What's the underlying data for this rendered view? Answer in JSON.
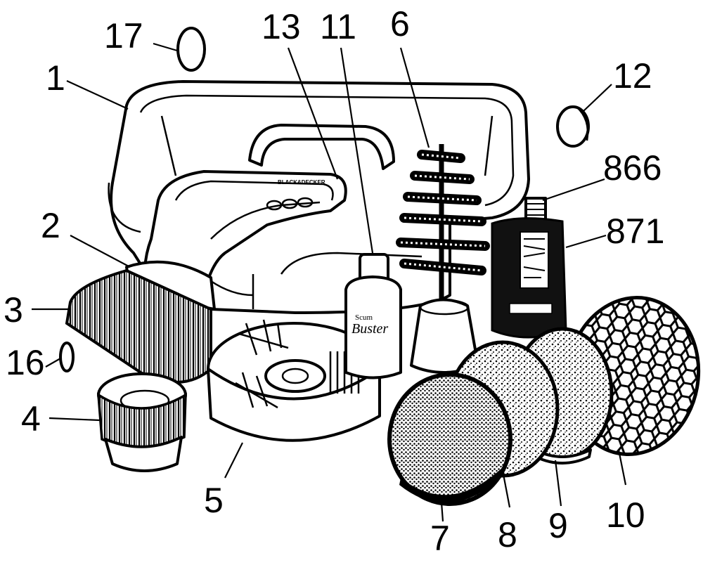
{
  "callouts": {
    "c1": "1",
    "c2": "2",
    "c3": "3",
    "c4": "4",
    "c5": "5",
    "c6": "6",
    "c7": "7",
    "c8": "8",
    "c9": "9",
    "c10": "10",
    "c11": "11",
    "c12": "12",
    "c13": "13",
    "c16": "16",
    "c17": "17",
    "c866": "866",
    "c871": "871"
  },
  "product_labels": {
    "device_brand": "BLACK&DECKER",
    "bottle_brand_line1": "Scum",
    "bottle_brand_line2": "Buster"
  }
}
